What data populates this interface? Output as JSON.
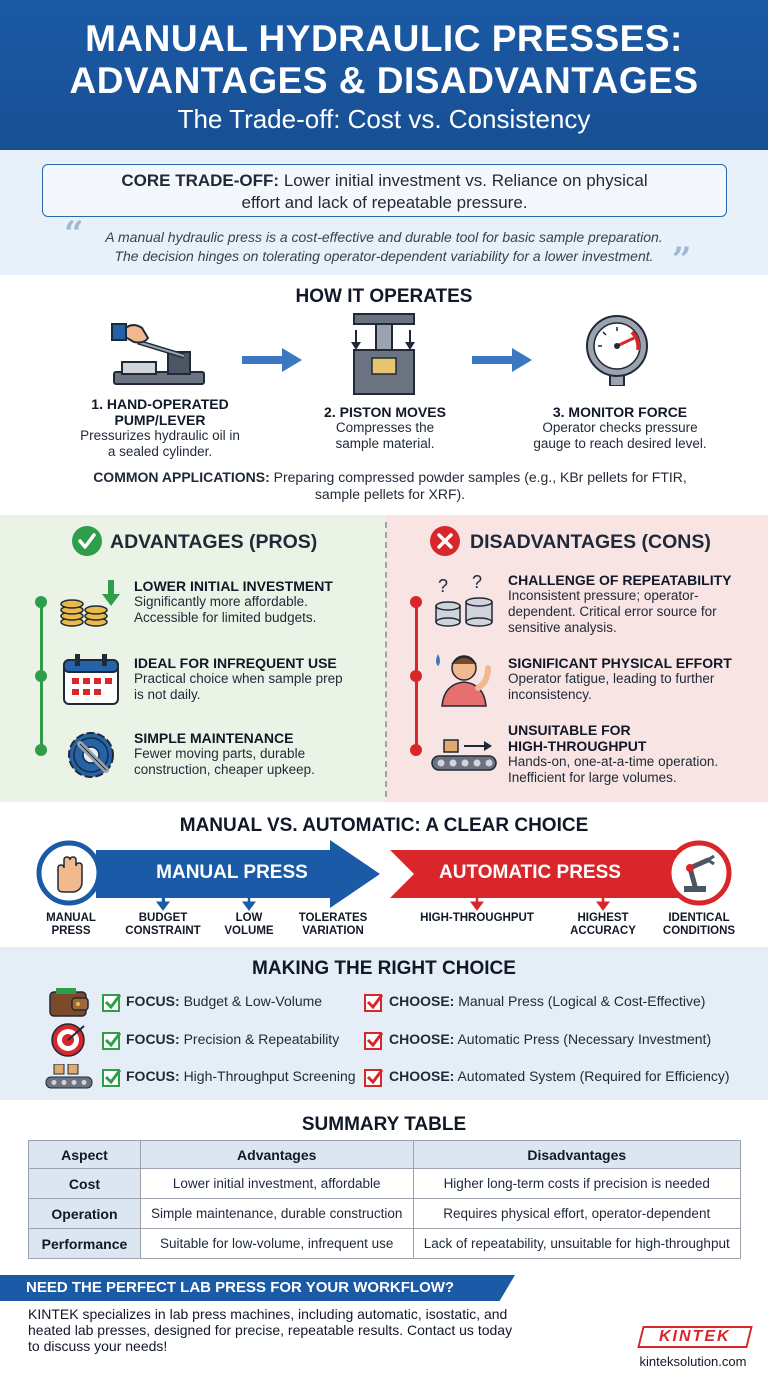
{
  "header": {
    "title_line1": "MANUAL HYDRAULIC PRESSES:",
    "title_line2": "ADVANTAGES & DISADVANTAGES",
    "subtitle": "The Trade-off: Cost vs. Consistency"
  },
  "core": {
    "label": "CORE TRADE-OFF:",
    "line1": "Lower initial investment vs. Reliance on physical",
    "line2": "effort and lack of repeatable pressure.",
    "quote_line1": "A manual hydraulic press is a cost-effective and durable tool for basic sample preparation.",
    "quote_line2": "The decision hinges on tolerating operator-dependent variability for a lower investment."
  },
  "operates": {
    "title": "HOW IT OPERATES",
    "steps": [
      {
        "title_line1": "1. HAND-OPERATED",
        "title_line2": "PUMP/LEVER",
        "desc_line1": "Pressurizes hydraulic oil in",
        "desc_line2": "a sealed cylinder.",
        "icon": "hand-lever-icon"
      },
      {
        "title_line1": "2. PISTON MOVES",
        "desc_line1": "Compresses the",
        "desc_line2": "sample material.",
        "icon": "piston-icon"
      },
      {
        "title_line1": "3. MONITOR FORCE",
        "desc_line1": "Operator checks pressure",
        "desc_line2": "gauge to reach desired level.",
        "icon": "pressure-gauge-icon"
      }
    ],
    "apps_label": "COMMON APPLICATIONS:",
    "apps_line1": "Preparing compressed powder samples (e.g., KBr pellets for FTIR,",
    "apps_line2": "sample pellets for XRF)."
  },
  "pros": {
    "title": "ADVANTAGES (PROS)",
    "items": [
      {
        "title": "LOWER INITIAL INVESTMENT",
        "desc_line1": "Significantly more affordable.",
        "desc_line2": "Accessible for limited budgets.",
        "icon": "coins-icon"
      },
      {
        "title": "IDEAL FOR INFREQUENT USE",
        "desc_line1": "Practical choice when sample prep",
        "desc_line2": "is not daily.",
        "icon": "calendar-icon"
      },
      {
        "title": "SIMPLE MAINTENANCE",
        "desc_line1": "Fewer moving parts, durable",
        "desc_line2": "construction, cheaper upkeep.",
        "icon": "gear-wrench-icon"
      }
    ]
  },
  "cons": {
    "title": "DISADVANTAGES (CONS)",
    "items": [
      {
        "title": "CHALLENGE OF REPEATABILITY",
        "desc_line1": "Inconsistent pressure; operator-",
        "desc_line2": "dependent. Critical error source for",
        "desc_line3": "sensitive analysis.",
        "icon": "inconsistent-samples-icon"
      },
      {
        "title": "SIGNIFICANT PHYSICAL EFFORT",
        "desc_line1": "Operator fatigue, leading to further",
        "desc_line2": "inconsistency.",
        "icon": "tired-operator-icon"
      },
      {
        "title_line1": "UNSUITABLE FOR",
        "title_line2": "HIGH-THROUGHPUT",
        "desc_line1": "Hands-on, one-at-a-time operation.",
        "desc_line2": "Inefficient for large volumes.",
        "icon": "conveyor-icon"
      }
    ]
  },
  "mva": {
    "title": "MANUAL VS. AUTOMATIC: A CLEAR CHOICE",
    "manual_label": "MANUAL PRESS",
    "auto_label": "AUTOMATIC PRESS",
    "labels": [
      {
        "l1": "MANUAL",
        "l2": "PRESS"
      },
      {
        "l1": "BUDGET",
        "l2": "CONSTRAINT"
      },
      {
        "l1": "LOW",
        "l2": "VOLUME"
      },
      {
        "l1": "TOLERATES",
        "l2": "VARIATION"
      },
      {
        "l1": "HIGH-THROUGHPUT",
        "l2": ""
      },
      {
        "l1": "HIGHEST",
        "l2": "ACCURACY"
      },
      {
        "l1": "IDENTICAL",
        "l2": "CONDITIONS"
      }
    ],
    "colors": {
      "manual": "#1b5aa6",
      "auto": "#d9262b"
    }
  },
  "choice": {
    "title": "MAKING THE RIGHT CHOICE",
    "rows": [
      {
        "focus_label": "FOCUS:",
        "focus": "Budget & Low-Volume",
        "choose_label": "CHOOSE:",
        "choose": "Manual Press (Logical & Cost-Effective)",
        "icon": "wallet-icon"
      },
      {
        "focus_label": "FOCUS:",
        "focus": "Precision & Repeatability",
        "choose_label": "CHOOSE:",
        "choose": "Automatic Press (Necessary Investment)",
        "icon": "target-icon"
      },
      {
        "focus_label": "FOCUS:",
        "focus": "High-Throughput Screening",
        "choose_label": "CHOOSE:",
        "choose": "Automated System (Required for Efficiency)",
        "icon": "conveyor-icon"
      }
    ]
  },
  "summary": {
    "title": "SUMMARY TABLE",
    "headers": [
      "Aspect",
      "Advantages",
      "Disadvantages"
    ],
    "rows": [
      [
        "Cost",
        "Lower initial investment, affordable",
        "Higher long-term costs if precision is needed"
      ],
      [
        "Operation",
        "Simple maintenance, durable construction",
        "Requires physical effort, operator-dependent"
      ],
      [
        "Performance",
        "Suitable for low-volume, infrequent use",
        "Lack of repeatability, unsuitable for high-throughput"
      ]
    ]
  },
  "footer": {
    "banner": "NEED THE PERFECT LAB PRESS FOR YOUR WORKFLOW?",
    "line1": "KINTEK specializes in lab press machines, including automatic, isostatic, and",
    "line2": "heated lab presses, designed for precise, repeatable results. Contact us today",
    "line3": "to discuss your needs!",
    "logo": "KINTEK",
    "site": "kinteksolution.com"
  }
}
